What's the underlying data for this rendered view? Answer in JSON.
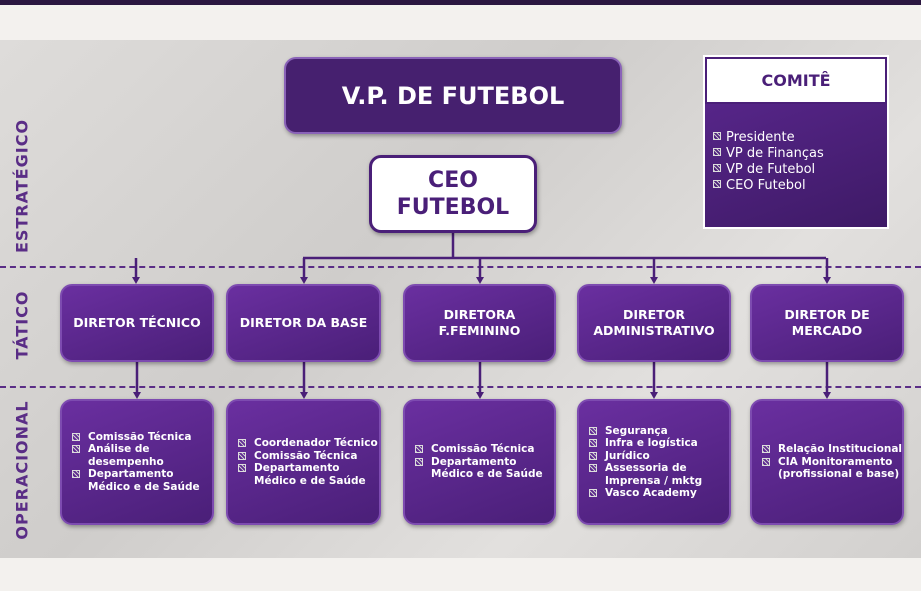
{
  "levels": {
    "strategic": "ESTRATÉGICO",
    "tactical": "TÁTICO",
    "operational": "OPERACIONAL"
  },
  "vp": "V.P. DE FUTEBOL",
  "ceo": {
    "line1": "CEO",
    "line2": "FUTEBOL"
  },
  "comite": {
    "title": "COMITÊ",
    "members": [
      "Presidente",
      "VP de Finanças",
      "VP de Futebol",
      "CEO Futebol"
    ]
  },
  "directors": [
    {
      "title": "DIRETOR TÉCNICO",
      "items": [
        "Comissão Técnica",
        "Análise de desempenho",
        "Departamento Médico e de Saúde"
      ]
    },
    {
      "title": "DIRETOR DA BASE",
      "items": [
        "Coordenador Técnico",
        "Comissão Técnica",
        "Departamento Médico e de Saúde"
      ]
    },
    {
      "title": "DIRETORA F.FEMININO",
      "items": [
        "Comissão Técnica",
        "Departamento Médico e de Saúde"
      ]
    },
    {
      "title": "DIRETOR ADMINISTRATIVO",
      "items": [
        "Segurança",
        "Infra e logística",
        "Jurídico",
        "Assessoria de Imprensa / mktg",
        "Vasco Academy"
      ]
    },
    {
      "title": "DIRETOR DE MERCADO",
      "items": [
        "Relação Institucional",
        "CIA Monitoramento (profissional e base)"
      ]
    }
  ],
  "colors": {
    "purple": "#4a1f78",
    "accent": "#6a2fa0"
  }
}
